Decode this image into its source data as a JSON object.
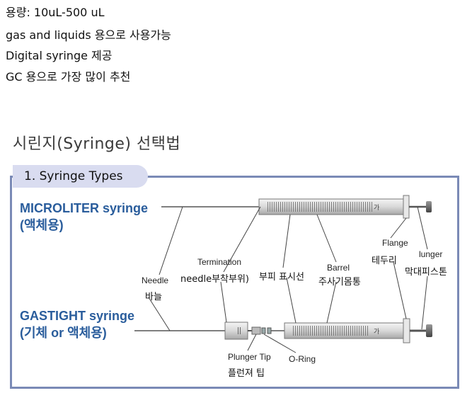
{
  "specs": [
    "용량: 10uL-500 uL",
    "gas and liquids 용으로 사용가능",
    "Digital syringe 제공",
    "GC 용으로 가장 많이 추천"
  ],
  "section_title": "시린지(Syringe) 선택법",
  "types_tab": "1. Syringe Types",
  "microliter": {
    "name": "MICROLITER syringe",
    "sub": "(액체용)"
  },
  "gastight": {
    "name": "GASTIGHT syringe",
    "sub": "(기체 or 액체용)"
  },
  "callouts": {
    "needle_en": "Needle",
    "needle_ko": "바늘",
    "termination_en": "Termination",
    "termination_ko": "needle부착부위)",
    "marking_ko": "부피 표시선",
    "barrel_en": "Barrel",
    "barrel_ko": "주사기몸통",
    "flange_en": "Flange",
    "flange_ko": "테두리",
    "plunger_en": "lunger",
    "plunger_ko": "막대피스톤",
    "plunger_tip_en": "Plunger Tip",
    "plunger_tip_ko": "플런져 팁",
    "oring_en": "O-Ring"
  },
  "colors": {
    "label_blue": "#2a5d9c",
    "frame": "#7a8ab6",
    "tab": "#d9dcf0"
  }
}
